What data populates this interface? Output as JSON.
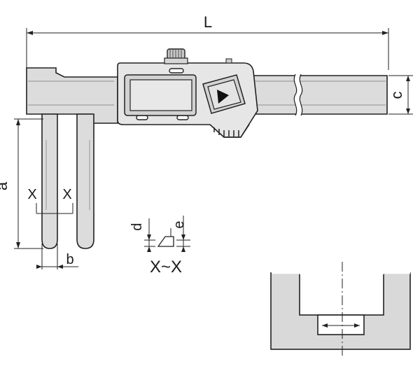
{
  "diagram": {
    "labels": {
      "L": "L",
      "a": "a",
      "b": "b",
      "c": "c",
      "d": "d",
      "e": "e",
      "x_left": "X",
      "x_right": "X",
      "section": "X~X"
    },
    "colors": {
      "body_fill": "#dcdcdc",
      "stroke": "#222222",
      "background": "#ffffff"
    }
  }
}
